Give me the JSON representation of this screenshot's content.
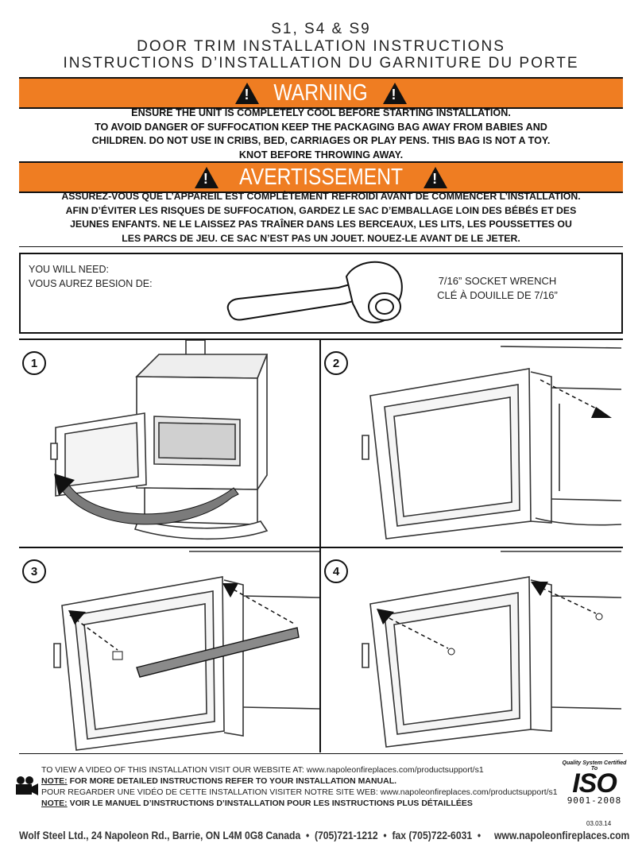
{
  "header": {
    "model": "S1, S4 & S9",
    "title_en": "DOOR TRIM INSTALLATION INSTRUCTIONS",
    "title_fr": "INSTRUCTIONS D’INSTALLATION DU GARNITURE DU PORTE"
  },
  "warning_en": {
    "heading": "WARNING",
    "lines": [
      "ENSURE THE UNIT IS COMPLETELY COOL BEFORE STARTING INSTALLATION.",
      "TO AVOID DANGER OF SUFFOCATION KEEP THE PACKAGING BAG AWAY FROM BABIES AND",
      "CHILDREN. DO NOT USE IN CRIBS, BED, CARRIAGES OR PLAY PENS. THIS BAG IS NOT A TOY.",
      "KNOT BEFORE THROWING AWAY."
    ]
  },
  "warning_fr": {
    "heading": "AVERTISSEMENT",
    "lines": [
      "ASSUREZ-VOUS QUE L’APPAREIL EST COMPLÈTEMENT REFROIDI AVANT DE COMMENCER L’INSTALLATION.",
      "AFIN D’ÉVITER LES RISQUES DE SUFFOCATION, GARDEZ LE SAC D’EMBALLAGE LOIN DES BÉBÉS ET DES",
      "JEUNES ENFANTS. NE LE LAISSEZ PAS TRAÎNER DANS LES BERCEAUX, LES LITS, LES POUSSETTES OU",
      "LES PARCS DE JEU. CE SAC N’EST PAS UN JOUET. NOUEZ-LE AVANT DE LE JETER."
    ]
  },
  "tools": {
    "need_en": "YOU WILL NEED:",
    "need_fr": "VOUS AUREZ BESION DE:",
    "tool_en": "7/16” SOCKET WRENCH",
    "tool_fr": "CLÉ À DOUILLE DE 7/16”"
  },
  "steps": [
    "1",
    "2",
    "3",
    "4"
  ],
  "footer": {
    "video_en": "TO VIEW A VIDEO OF THIS INSTALLATION VISIT OUR WEBSITE AT: www.napoleonfireplaces.com/productsupport/s1",
    "note_label": "NOTE:",
    "note_en": " FOR MORE DETAILED INSTRUCTIONS REFER TO YOUR INSTALLATION MANUAL.",
    "video_fr": "POUR REGARDER UNE VIDÉO DE CETTE INSTALLATION VISITER NOTRE SITE WEB: www.napoleonfireplaces.com/productsupport/s1",
    "note_fr": " VOIR LE MANUEL D’INSTRUCTIONS D’INSTALLATION POUR LES INSTRUCTIONS PLUS DÉTAILLÉES",
    "iso_caption": "Quality System Certified To",
    "iso_logo": "ISO",
    "iso_std": "9001-2008",
    "date": "03.03.14",
    "company": "Wolf Steel Ltd., 24 Napoleon Rd., Barrie, ON L4M 0G8 Canada  •  (705)721-1212  •  fax (705)722-6031  •     www.napoleonfireplaces.com"
  },
  "icons": {
    "warning": "warning-triangle-icon",
    "video": "video-camera-icon"
  },
  "colors": {
    "warning_bar": "#ef7d22"
  }
}
